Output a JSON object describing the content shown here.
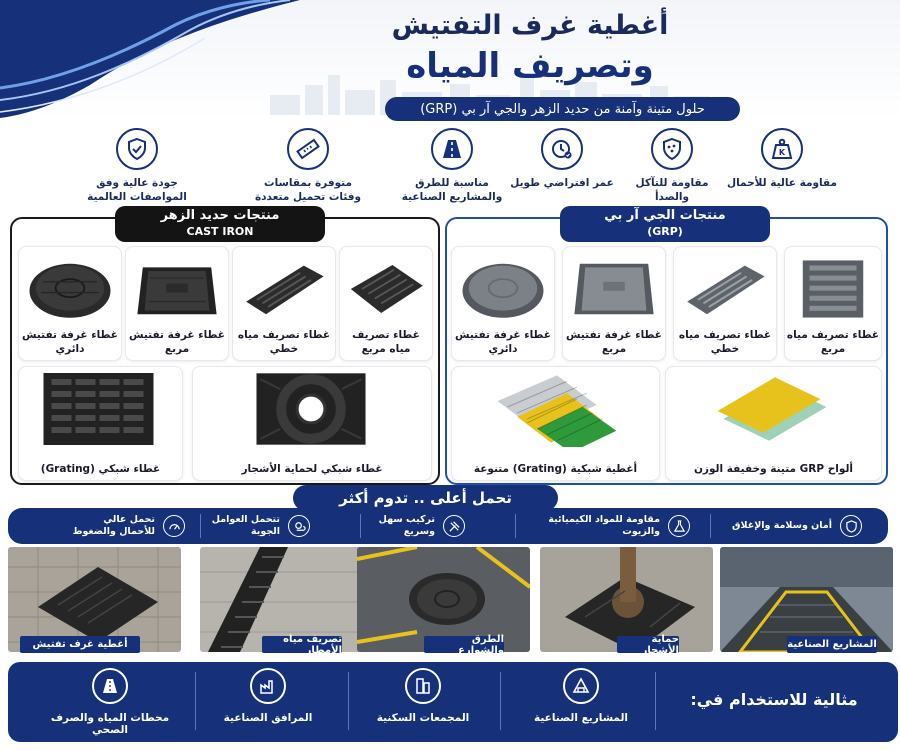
{
  "header": {
    "title_line1": "أغطية غرف التفتيش",
    "title_line2": "وتصريف المياه",
    "subtitle": "حلول متينة وآمنة من حديد الزهر والجي آر بي (GRP)"
  },
  "features": [
    {
      "icon": "weight-k-icon",
      "label": "مقاومة عالية للأحمال"
    },
    {
      "icon": "corrosion-shield-icon",
      "label": "مقاومة للتآكل والصدأ"
    },
    {
      "icon": "clock-check-icon",
      "label": "عمر افتراضي طويل"
    },
    {
      "icon": "road-icon",
      "label": "مناسبة للطرق والمشاريع الصناعية"
    },
    {
      "icon": "ruler-icon",
      "label": "متوفرة بمقاسات وفئات تحميل متعددة"
    },
    {
      "icon": "quality-shield-icon",
      "label": "جودة عالية وفق المواصفات العالمية"
    }
  ],
  "cast_iron": {
    "title": "منتجات حديد الزهر",
    "subtitle": "CAST IRON",
    "products": [
      {
        "label": "غطاء غرفة تفتيش دائري"
      },
      {
        "label": "غطاء غرفة تفتيش مربع"
      },
      {
        "label": "غطاء تصريف مياه خطي"
      },
      {
        "label": "غطاء تصريف مياه مربع"
      },
      {
        "label": "غطاء شبكي (Grating)"
      },
      {
        "label": "غطاء شبكي لحماية الأشجار"
      }
    ]
  },
  "grp": {
    "title": "منتجات الجي آر بي",
    "subtitle": "(GRP)",
    "products": [
      {
        "label": "غطاء غرفة تفتيش دائري"
      },
      {
        "label": "غطاء غرفة تفتيش مربع"
      },
      {
        "label": "غطاء تصريف مياه خطي"
      },
      {
        "label": "غطاء تصريف مياه مربع"
      },
      {
        "label": "أغطية شبكية (Grating) متنوعة"
      },
      {
        "label": "ألواح GRP متينة وخفيفة الوزن"
      }
    ]
  },
  "banner": "تحمل أعلى .. تدوم أكثر",
  "benefits": [
    {
      "icon": "lock-shield-icon",
      "label": "أمان وسلامة والإغلاق"
    },
    {
      "icon": "flask-icon",
      "label": "مقاومة للمواد الكيميائية والزيوت"
    },
    {
      "icon": "tools-icon",
      "label": "تركيب سهل وسريع"
    },
    {
      "icon": "sun-cloud-icon",
      "label": "تتحمل العوامل الجوية"
    },
    {
      "icon": "gauge-icon",
      "label": "تحمل عالي للأحمال والضغوط"
    }
  ],
  "photos": [
    {
      "caption": "أغطية غرف تفتيش"
    },
    {
      "caption": "تصريف مياه الأمطار"
    },
    {
      "caption": "الطرق والشوارع"
    },
    {
      "caption": "حماية الأشجار"
    },
    {
      "caption": "المشاريع الصناعية"
    }
  ],
  "footer": {
    "label": "مثالية للاستخدام في:",
    "applications": [
      {
        "icon": "industrial-triangle-icon",
        "label": "المشاريع الصناعية"
      },
      {
        "icon": "buildings-icon",
        "label": "المجمعات السكنية"
      },
      {
        "icon": "factory-icon",
        "label": "المرافق الصناعية"
      },
      {
        "icon": "road-icon",
        "label": "محطات المياه والصرف الصحي"
      }
    ]
  },
  "colors": {
    "navy": "#17307a",
    "black": "#141414",
    "grp_border": "#1f4fb0",
    "yellow": "#e8c21c",
    "green": "#2f9a3c"
  }
}
